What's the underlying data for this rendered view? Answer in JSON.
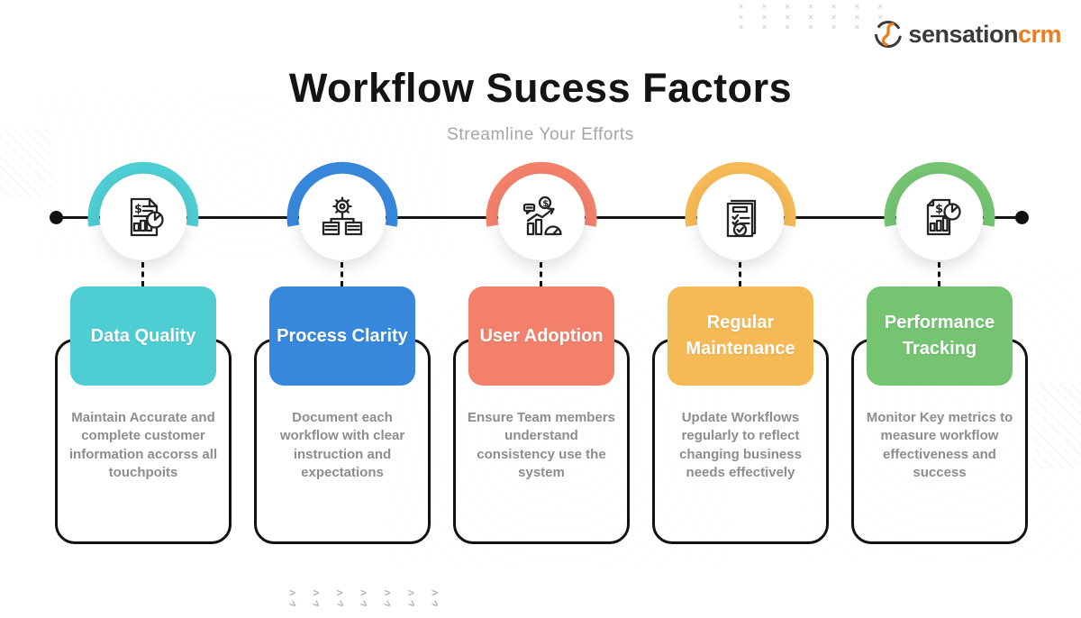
{
  "logo": {
    "brand_primary": "sensation",
    "brand_accent": "crm",
    "accent_color": "#f07c1c",
    "primary_color": "#3b3b3b",
    "icon": "sensationcrm-swoosh-logo-icon"
  },
  "header": {
    "title": "Workflow Sucess Factors",
    "subtitle": "Streamline Your Efforts"
  },
  "timeline": {
    "line_color": "#151515"
  },
  "factors": [
    {
      "title": "Data Quality",
      "description": "Maintain Accurate and complete customer information accorss all touchpoits",
      "color": "#4ECDD3",
      "icon": "finance-report-document-icon"
    },
    {
      "title": "Process Clarity",
      "description": "Document each workflow with clear instruction and expectations",
      "color": "#3788DC",
      "icon": "gear-flowchart-icon"
    },
    {
      "title": "User Adoption",
      "description": "Ensure Team members understand consistency use the system",
      "color": "#F2806B",
      "icon": "growth-analytics-dollar-icon"
    },
    {
      "title": "Regular Maintenance",
      "description": "Update Workflows regularly to reflect changing business needs effectively",
      "color": "#F5B955",
      "icon": "checklist-document-icon"
    },
    {
      "title": "Performance Tracking",
      "description": "Monitor Key metrics to measure workflow effectiveness and success",
      "color": "#74C471",
      "icon": "performance-report-pie-icon"
    }
  ],
  "decor": {
    "dot_row": "× × × × × × ×",
    "chevron_row": "> > > > > > >"
  }
}
